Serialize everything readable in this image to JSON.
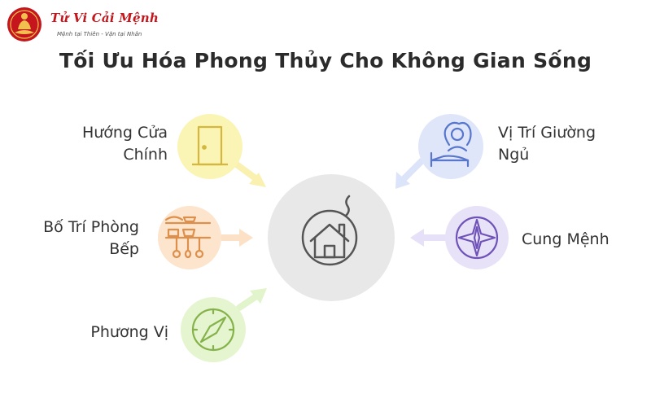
{
  "brand": {
    "title": "Tử Vi Cải Mệnh",
    "tagline": "Mệnh tại Thiên - Vận tại Nhân",
    "color": "#c4161c"
  },
  "page": {
    "title": "Tối Ưu Hóa Phong Thủy Cho Không Gian Sống"
  },
  "hub": {
    "icon": "house-icon",
    "color": "#e8e8e8"
  },
  "factors": [
    {
      "id": "main-door",
      "label_line1": "Hướng Cửa",
      "label_line2": "Chính",
      "icon": "door-icon",
      "color": "#faf4b5",
      "stroke": "#d3b73e"
    },
    {
      "id": "kitchen",
      "label_line1": "Bố Trí Phòng",
      "label_line2": "Bếp",
      "icon": "kitchen-shelf-icon",
      "color": "#fde4cc",
      "stroke": "#dd8f4c"
    },
    {
      "id": "direction",
      "label_line1": "Phương Vị",
      "label_line2": "",
      "icon": "compass-icon",
      "color": "#e4f5cf",
      "stroke": "#86b24b"
    },
    {
      "id": "bed",
      "label_line1": "Vị Trí Giường",
      "label_line2": "Ngủ",
      "icon": "bed-person-icon",
      "color": "#dfe6f9",
      "stroke": "#5877cc"
    },
    {
      "id": "destiny",
      "label_line1": "Cung Mệnh",
      "label_line2": "",
      "icon": "compass-rose-icon",
      "color": "#e8e2f8",
      "stroke": "#6e52b8"
    }
  ]
}
